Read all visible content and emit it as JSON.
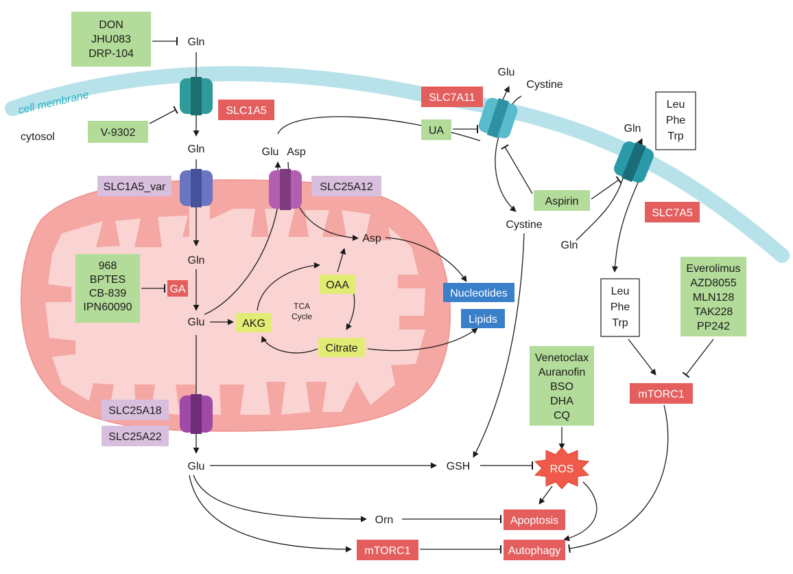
{
  "colors": {
    "green": "#b3db99",
    "red": "#e45e5e",
    "purple": "#d8bfdd",
    "blue": "#3a7fc9",
    "yellow": "#e2ec75",
    "membrane": "#b8e2ea",
    "mito_outer": "#f4a7a3",
    "mito_inner": "#fad4d2",
    "ros": "#ef5a4a"
  },
  "labels": {
    "cell_membrane": "cell membrane",
    "cytosol": "cytosol",
    "tca_1": "TCA",
    "tca_2": "Cycle"
  },
  "metabolites": {
    "gln_top": "Gln",
    "gln_cyto": "Gln",
    "gln_mito": "Gln",
    "glu_mito": "Glu",
    "glu_cyto": "Glu",
    "glu_exported": "Glu",
    "asp_exported": "Asp",
    "asp_cyto": "Asp",
    "glu_xct": "Glu",
    "cystine_out": "Cystine",
    "cystine_in": "Cystine",
    "gln_lat_out": "Gln",
    "gln_lat_in": "Gln",
    "gsh": "GSH",
    "orn": "Orn"
  },
  "tca": {
    "akg": "AKG",
    "oaa": "OAA",
    "citrate": "Citrate"
  },
  "products": {
    "nucleotides": "Nucleotides",
    "lipids": "Lipids"
  },
  "transporters": {
    "slc1a5": "SLC1A5",
    "slc7a11": "SLC7A11",
    "slc7a5": "SLC7A5",
    "slc1a5_var": "SLC1A5_var",
    "slc25a12": "SLC25A12",
    "slc25a18": "SLC25A18",
    "slc25a22": "SLC25A22"
  },
  "enzymes": {
    "ga": "GA",
    "mtorc1_right": "mTORC1",
    "mtorc1_bottom": "mTORC1"
  },
  "outcomes": {
    "ros": "ROS",
    "apoptosis": "Apoptosis",
    "autophagy": "Autophagy"
  },
  "inhibitors": {
    "don_group": [
      "DON",
      "JHU083",
      "DRP-104"
    ],
    "v9302": "V-9302",
    "ua": "UA",
    "aspirin": "Aspirin",
    "ga_inhibitors": [
      "968",
      "BPTES",
      "CB-839",
      "IPN60090"
    ],
    "mtor_inhibitors": [
      "Everolimus",
      "AZD8055",
      "MLN128",
      "TAK228",
      "PP242"
    ],
    "ros_inducers": [
      "Venetoclax",
      "Auranofin",
      "BSO",
      "DHA",
      "CQ"
    ]
  },
  "amino_acids": {
    "outside": [
      "Leu",
      "Phe",
      "Trp"
    ],
    "inside": [
      "Leu",
      "Phe",
      "Trp"
    ]
  }
}
